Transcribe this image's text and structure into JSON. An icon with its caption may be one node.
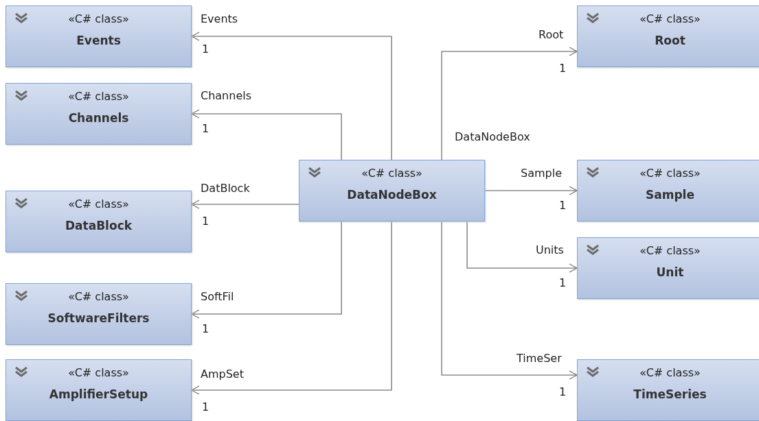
{
  "diagram": {
    "nodes": [
      {
        "text": [
          "«C# class»",
          "Events"
        ]
      },
      {
        "text": [
          "«C# class»",
          "Channels"
        ]
      },
      {
        "text": [
          "«C# class»",
          "DataBlock"
        ]
      },
      {
        "text": [
          "«C# class»",
          "SoftwareFilters"
        ]
      },
      {
        "text": [
          "«C# class»",
          "AmplifierSetup"
        ]
      },
      {
        "text": [
          "«C# class»",
          "DataNodeBox"
        ]
      },
      {
        "text": [
          "«C# class»",
          "Root"
        ]
      },
      {
        "text": [
          "«C# class»",
          "Sample"
        ]
      },
      {
        "text": [
          "«C# class»",
          "Unit"
        ]
      },
      {
        "text": [
          "«C# class»",
          "TimeSeries"
        ]
      }
    ],
    "edges": [
      {
        "from": 5,
        "to": 0,
        "arrow": "to",
        "label": "Events"
      },
      {
        "from": 5,
        "to": 1,
        "arrow": "to",
        "label": "Channels"
      },
      {
        "from": 5,
        "to": 2,
        "arrow": "to",
        "label": "DatBlock"
      },
      {
        "from": 5,
        "to": 3,
        "arrow": "to",
        "label": "SoftFil"
      },
      {
        "from": 5,
        "to": 4,
        "arrow": "to",
        "label": "AmpSet"
      },
      {
        "from": 5,
        "to": 6,
        "arrow": "to",
        "label": "Root"
      },
      {
        "from": 5,
        "to": 7,
        "arrow": "to",
        "label": "Sample"
      },
      {
        "from": 5,
        "to": 8,
        "arrow": "to",
        "label": "Units"
      },
      {
        "from": 5,
        "to": 9,
        "arrow": "to",
        "label": "TimeSer"
      }
    ],
    "labels": [
      "1",
      "1",
      "1",
      "DataNodeBox",
      "1",
      "1",
      "1",
      "1",
      "1",
      "1"
    ]
  }
}
